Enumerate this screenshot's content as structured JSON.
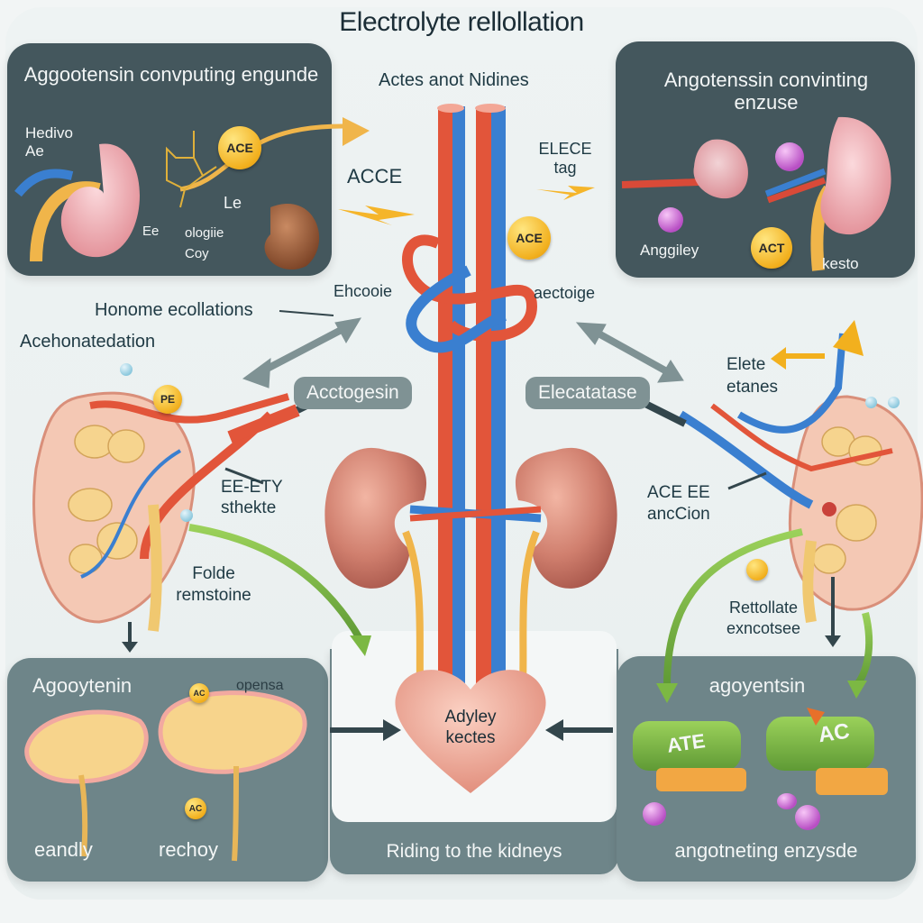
{
  "title": "Electrolyte rellollation",
  "subtitle": "Actes anot Nidines",
  "panels": {
    "top_left": {
      "heading": "Aggootensin convputing engunde",
      "labels": [
        "Hedivo Ae",
        "Le",
        "Ee",
        "ologiie Coy"
      ],
      "badge": "ACE"
    },
    "top_right": {
      "heading": "Angotenssin convinting enzuse",
      "labels": [
        "Anggiley",
        "kesto"
      ],
      "badge": "ACT"
    },
    "bottom_left": {
      "heading": "Agooytenin",
      "side_label": "opensa",
      "labels": [
        "eandly",
        "rechoy"
      ],
      "badges": [
        "AC",
        "AC"
      ]
    },
    "bottom_center": {
      "heart_label": "Adyley kectes",
      "caption": "Riding to the kidneys"
    },
    "bottom_right": {
      "heading": "agoyentsin",
      "blocks": [
        "ATE",
        "AC"
      ],
      "caption": "angotneting enzysde"
    }
  },
  "labels": {
    "acce": "ACCE",
    "elece_tag": "ELECE tag",
    "center_badge": "ACE",
    "ehcooie": "Ehcooie",
    "aectoige": "aectoige",
    "hormone": "Honome ecollations",
    "acehon": "Acehonatedation",
    "pe_badge": "PE",
    "elete": "Elete etanes",
    "acctogesin_tag": "Acctogesin",
    "elecatase_tag": "Elecatatase",
    "eety": "EE-ETY sthekte",
    "folde": "Folde remstoine",
    "ace_ee": "ACE EE ancCion",
    "rettollate": "Rettollate exncotsee"
  },
  "colors": {
    "panel_dark": "#44575d",
    "panel_mid": "#6e8589",
    "artery": "#e2553a",
    "vein": "#3a7fd0",
    "ureter": "#f0b54a",
    "kidney": "#c97466",
    "accent_yellow": "#f2b01e",
    "accent_green": "#7cb843"
  }
}
